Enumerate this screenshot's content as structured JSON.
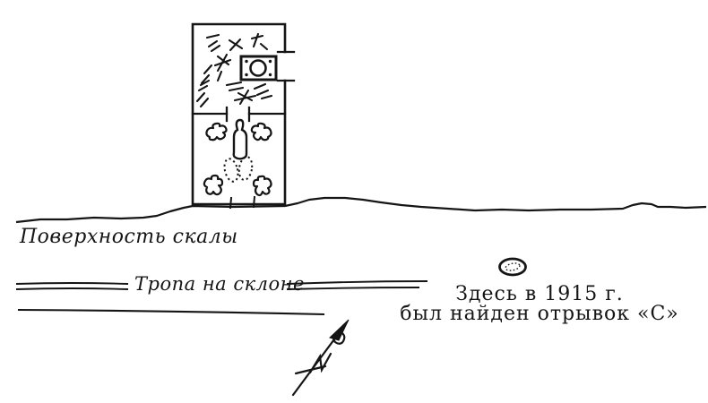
{
  "figure": {
    "background": "#ffffff",
    "ink": "#151515",
    "kind": "archaeological-site-sketch"
  },
  "labels": {
    "rock_surface": "Поверхность скалы",
    "slope_path": "Тропа на склоне"
  },
  "caption": {
    "line1": "Здесь в 1915 г.",
    "line2": "был найден отрывок «С»"
  },
  "diagram_elements": [
    "enclosure-plan",
    "petroglyph-scratches",
    "plaque-with-circle",
    "idol-figure",
    "bird-figures",
    "dotted-footprints",
    "rock-surface-line",
    "slope-path-double-lines",
    "slope-path-single-line",
    "find-spot-oval",
    "north-arrow"
  ]
}
